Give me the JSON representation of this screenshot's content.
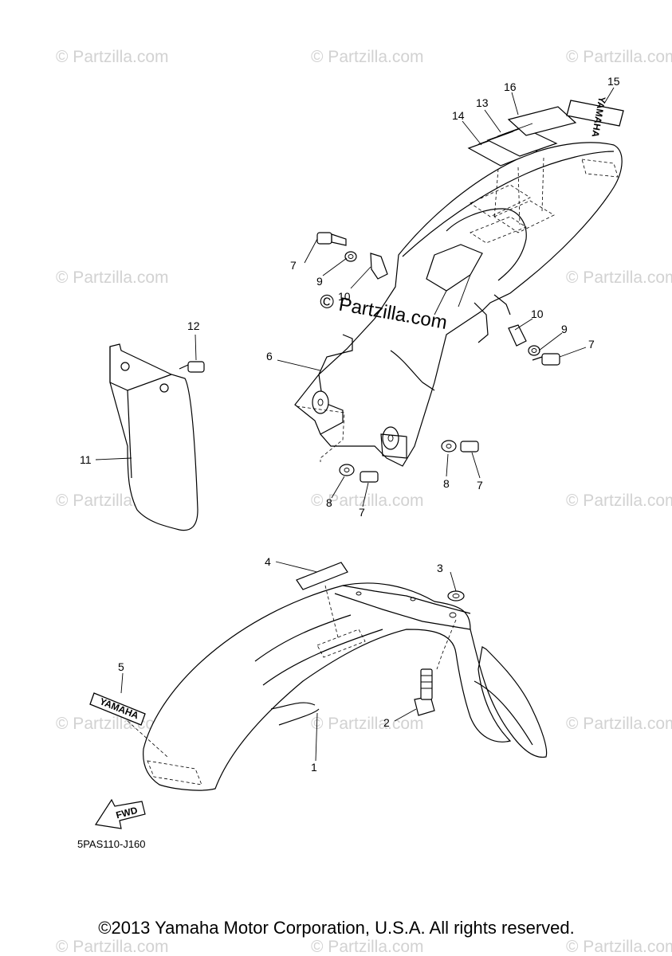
{
  "watermark": {
    "text": "© Partzilla.com",
    "center_text": "© Partzilla.com"
  },
  "callouts": {
    "c1": "1",
    "c2": "2",
    "c3": "3",
    "c4": "4",
    "c5": "5",
    "c6": "6",
    "c7a": "7",
    "c7b": "7",
    "c7c": "7",
    "c7d": "7",
    "c8a": "8",
    "c8b": "8",
    "c9a": "9",
    "c9b": "9",
    "c10a": "10",
    "c10b": "10",
    "c11": "11",
    "c12": "12",
    "c13": "13",
    "c14": "14",
    "c15": "15",
    "c16": "16"
  },
  "decals": {
    "yamaha_front": "YAMAHA",
    "yamaha_rear": "YAMAHA",
    "fwd_arrow": "FWD"
  },
  "diagram_code": "5PAS110-J160",
  "copyright": "©2013 Yamaha Motor Corporation, U.S.A. All rights reserved."
}
